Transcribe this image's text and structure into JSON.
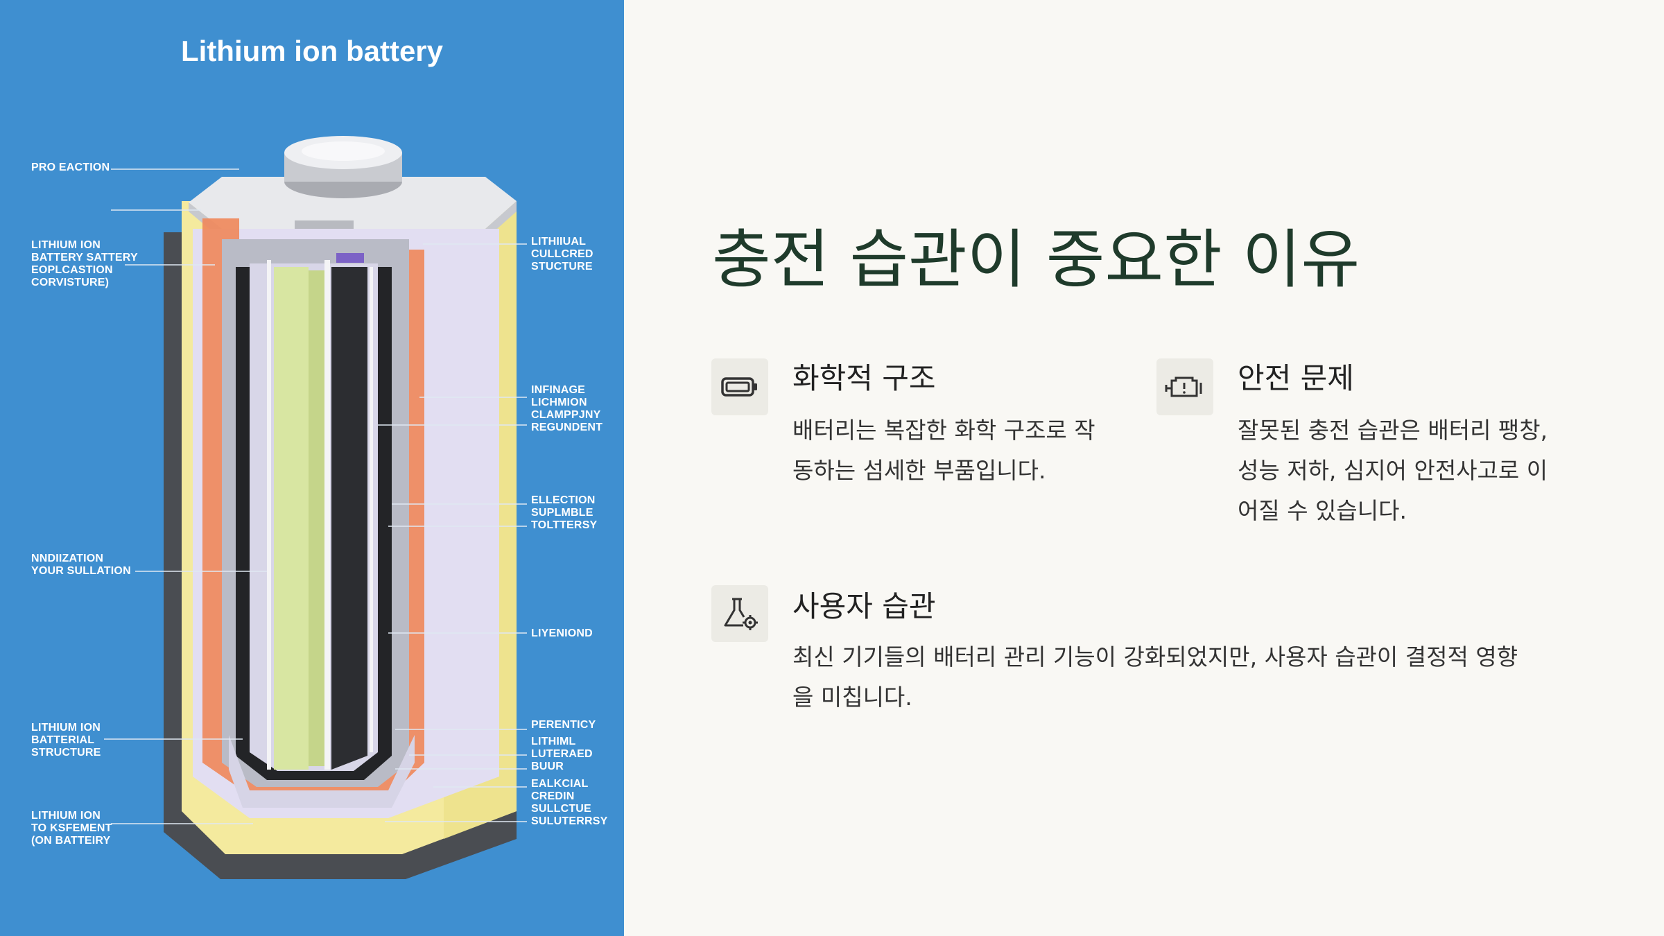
{
  "illustration": {
    "title": "Lithium ion battery",
    "callouts_left": [
      "PRO EACTION",
      "LITHIUM ION\nBATTERY SATTERY\nEOPLCASTION\nCORVISTURE)",
      "NNDIIZATION\nYOUR SULLATION",
      "LITHIUM ION\nBATTERIAL\nSTRUCTURE",
      "LITHIUM ION\nTO KSFEMENT\n(ON BATTEIRY"
    ],
    "callouts_right": [
      "LITHIIUAL\nCULLCRED\nSTUCTURE",
      "INFINAGE\nLICHMION\nCLAMPPJNY\nREGUNDENT",
      "ELLECTION\nSUPLMBLE\nTOLTTERSY",
      "LIYENIOND",
      "PERENTICY",
      "LITHIML\nLUTERAED\nBUUR",
      "EALKCIAL\nCREDIN\nSULLCTUE\nSULUTERRSY"
    ]
  },
  "heading": "충전 습관이 중요한 이유",
  "cards": [
    {
      "icon": "battery-icon",
      "title": "화학적 구조",
      "desc_lines": [
        "배터리는 복잡한 화학 구조로 작",
        "동하는 섬세한 부품입니다."
      ]
    },
    {
      "icon": "battery-warning-icon",
      "title": "안전 문제",
      "desc_lines": [
        "잘못된 충전 습관은 배터리 팽창,",
        "성능 저하, 심지어 안전사고로 이",
        "어질 수 있습니다."
      ]
    },
    {
      "icon": "flask-gear-icon",
      "title": "사용자 습관",
      "desc_lines": [
        "최신 기기들의 배터리 관리 기능이 강화되었지만, 사용자 습관이 결정적 영향",
        "을 미칩니다."
      ]
    }
  ],
  "colors": {
    "left_background": "#3f8fd0",
    "page_background": "#f9f8f4",
    "heading": "#1f3b2b",
    "icon_box": "#ecebe5"
  }
}
